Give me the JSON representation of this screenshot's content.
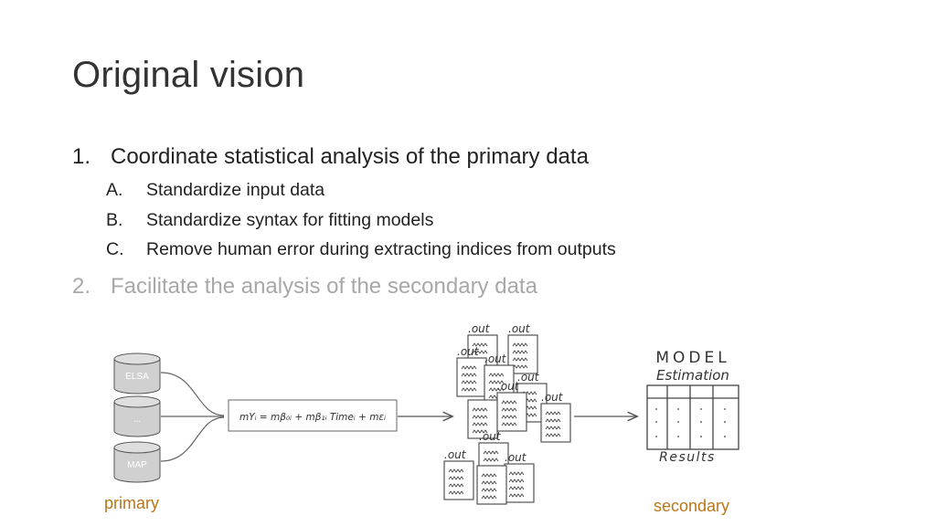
{
  "slide": {
    "title": "Original vision",
    "items": [
      {
        "number": "1.",
        "text": "Coordinate statistical analysis of the primary data",
        "subitems": [
          {
            "letter": "A.",
            "text": "Standardize input data"
          },
          {
            "letter": "B.",
            "text": "Standardize syntax for fitting models"
          },
          {
            "letter": "C.",
            "text": "Remove human error during extracting indices from outputs"
          }
        ]
      },
      {
        "number": "2.",
        "text": "Facilitate the analysis of the secondary data",
        "dimmed": true
      }
    ]
  },
  "diagram": {
    "databases": [
      "ELSA",
      "...",
      "MAP"
    ],
    "formula": "mYᵢ = mβ₀ᵢ + mβ₁ᵢ Timeᵢ + mεᵢ",
    "output_label": ".out",
    "model_title": "MODEL",
    "model_subtitle": "Estimation",
    "results_label": "Results",
    "caption_primary": "primary",
    "caption_secondary": "secondary",
    "colors": {
      "caption": "#b9771b",
      "cylinder": "#d0d0d0",
      "dimmed_text": "#a8a8a8"
    }
  }
}
